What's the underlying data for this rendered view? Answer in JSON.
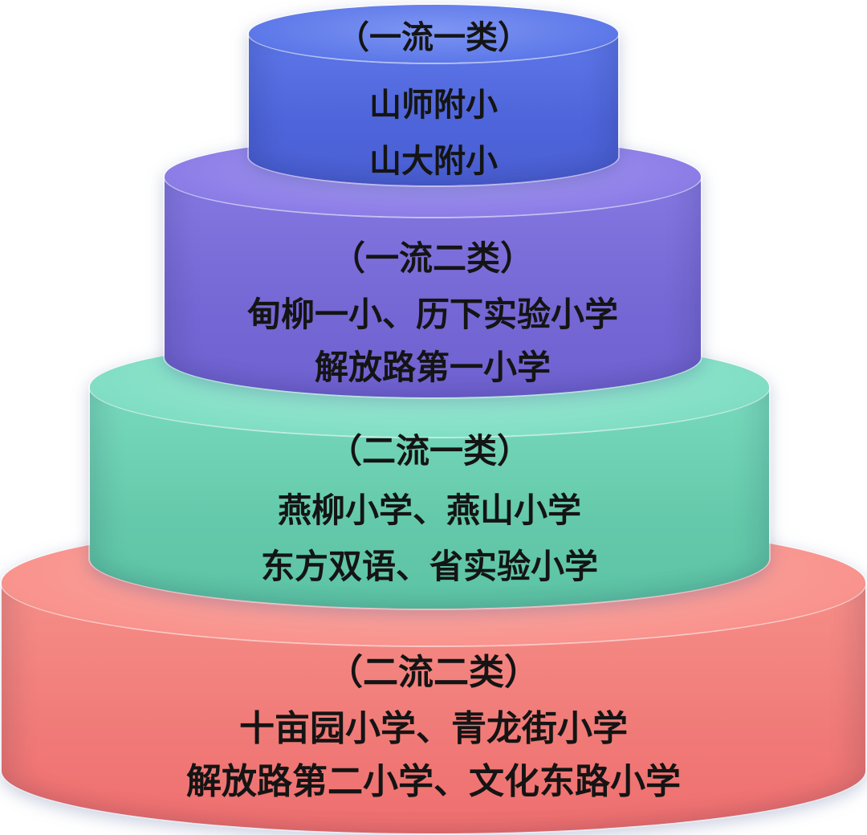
{
  "diagram": {
    "type": "stacked-cylinder-pyramid",
    "text_color": "#141414",
    "background_color": "#ffffff",
    "tiers": [
      {
        "rank": "（一流一类）",
        "schools": [
          "山师附小",
          "山大附小"
        ],
        "top_color": "#7e95f3",
        "body_color": "#4e64da"
      },
      {
        "rank": "（一流二类）",
        "schools": [
          "甸柳一小、历下实验小学",
          "解放路第一小学"
        ],
        "top_color": "#ab9ef4",
        "body_color": "#7567d4"
      },
      {
        "rank": "（二流一类）",
        "schools": [
          "燕柳小学、燕山小学",
          "东方双语、省实验小学"
        ],
        "top_color": "#a3ecd8",
        "body_color": "#64c9aa"
      },
      {
        "rank": "（二流二类）",
        "schools": [
          "十亩园小学、青龙街小学",
          "解放路第二小学、文化东路小学"
        ],
        "top_color": "#fbb3ad",
        "body_color": "#f07a77"
      }
    ]
  }
}
